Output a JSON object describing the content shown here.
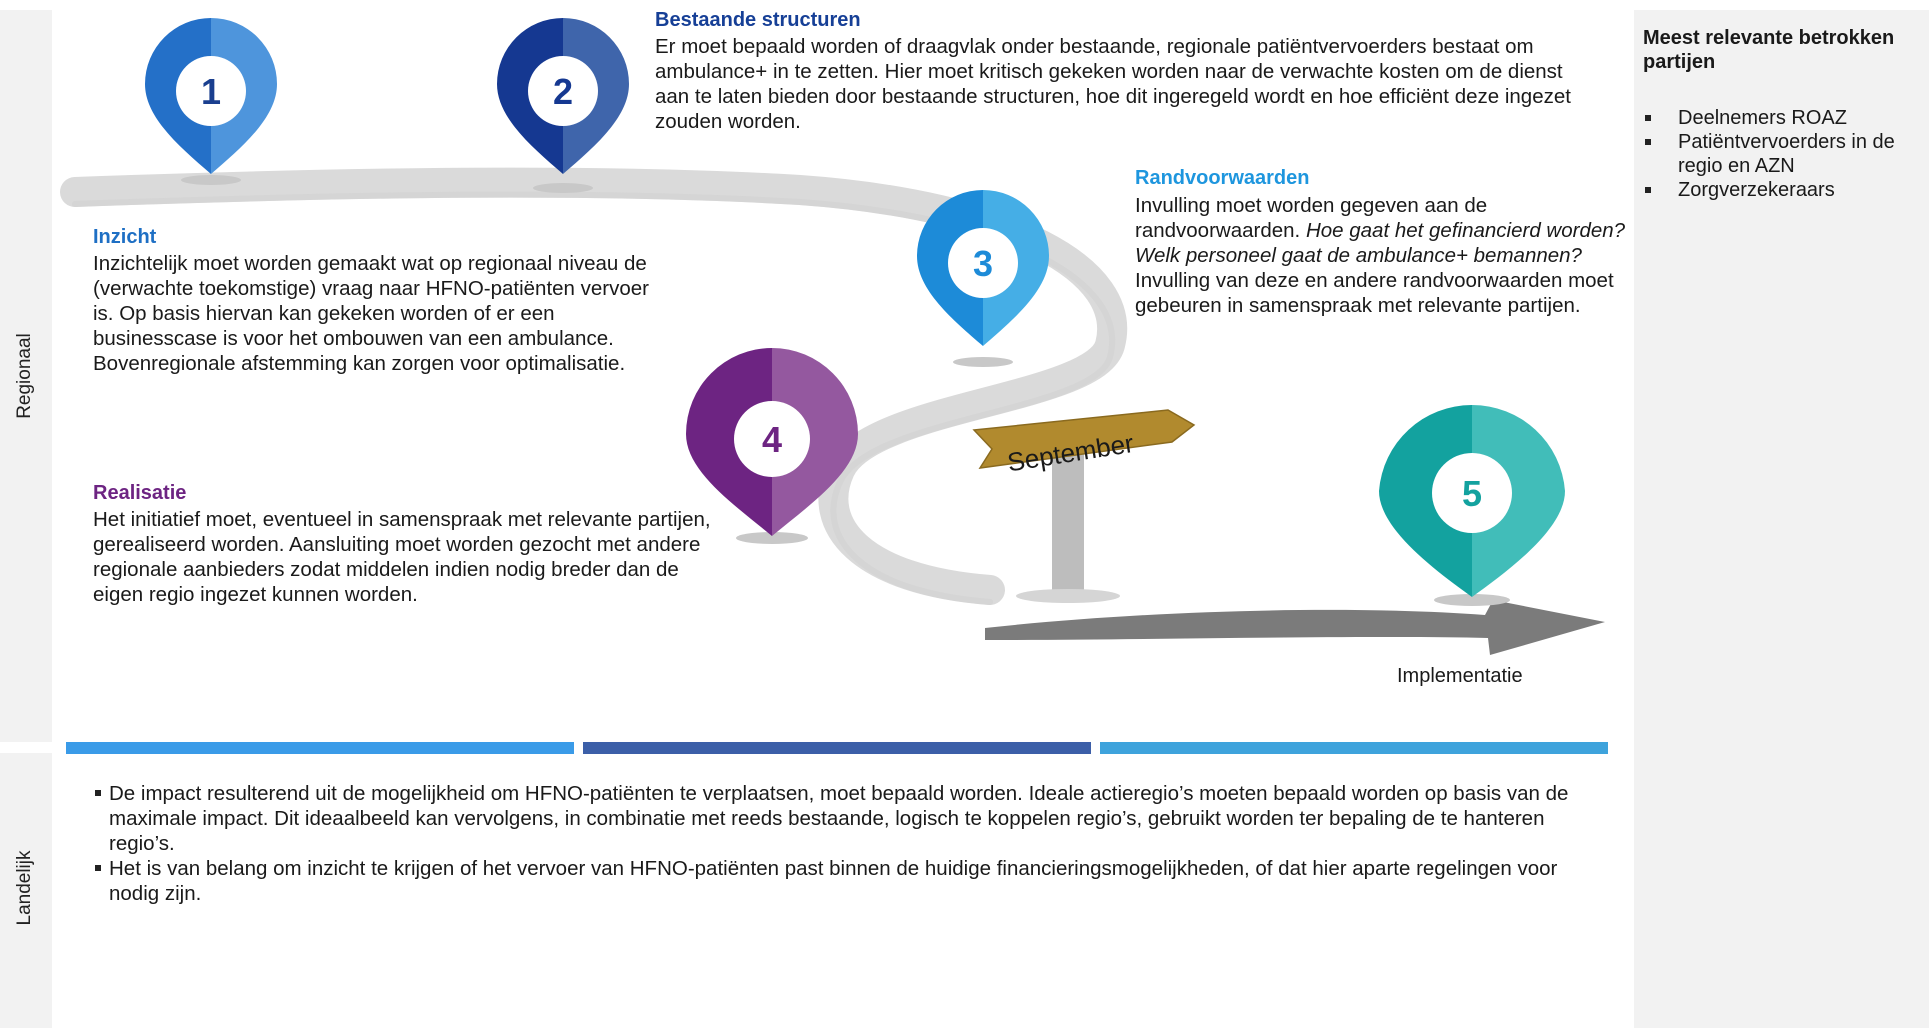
{
  "side_labels": {
    "regional": "Regionaal",
    "national": "Landelijk"
  },
  "steps": [
    {
      "number": "1",
      "color": "#2e7fd1",
      "title": "Inzicht",
      "body": "Inzichtelijk moet worden gemaakt wat op regionaal niveau de (verwachte toekomstige) vraag naar HFNO-patiënten vervoer is. Op basis hiervan kan gekeken worden of er een businesscase is voor het ombouwen van een ambulance. Bovenregionale afstemming kan zorgen voor optimalisatie."
    },
    {
      "number": "2",
      "color": "#163f96",
      "title": "Bestaande structuren",
      "body": "Er moet bepaald worden of draagvlak onder bestaande, regionale patiëntvervoerders bestaat om ambulance+ in te zetten. Hier moet kritisch gekeken worden naar de verwachte kosten om de dienst aan te laten bieden door bestaande structuren, hoe dit ingeregeld wordt en hoe efficiënt deze ingezet zouden worden."
    },
    {
      "number": "3",
      "color": "#1e96de",
      "title": "Randvoorwaarden",
      "body_parts": [
        "Invulling moet worden gegeven aan de randvoorwaarden. ",
        "Hoe gaat het gefinancierd worden? Welk personeel gaat de ambulance+ bemannen?",
        " Invulling van deze en andere randvoorwaarden moet gebeuren in samenspraak met relevante partijen."
      ]
    },
    {
      "number": "4",
      "color": "#7b2c89",
      "title": "Realisatie",
      "body": "Het initiatief moet, eventueel in samenspraak met relevante partijen, gerealiseerd worden. Aansluiting moet worden gezocht met andere regionale aanbieders zodat middelen indien nodig breder dan de eigen regio ingezet kunnen worden."
    },
    {
      "number": "5",
      "color": "#1fb0ac",
      "title": "",
      "body": ""
    }
  ],
  "signpost": {
    "label": "September"
  },
  "arrow_label": "Implementatie",
  "panel": {
    "title": "Meest relevante betrokken partijen",
    "items": [
      "Deelnemers ROAZ",
      "Patiëntvervoerders in de regio en AZN",
      "Zorgverzekeraars"
    ]
  },
  "color_bars": [
    "#3a9be8",
    "#3c5fa8",
    "#3ea3dc"
  ],
  "national_bullets": [
    "De impact resulterend uit de mogelijkheid om HFNO-patiënten te verplaatsen, moet bepaald worden. Ideale actieregio’s moeten bepaald worden op basis van de maximale impact. Dit ideaalbeeld kan vervolgens, in combinatie met reeds bestaande, logisch te koppelen regio’s, gebruikt worden ter bepaling de te hanteren regio’s.",
    "Het is van belang om inzicht te krijgen of het vervoer van HFNO-patiënten past binnen de huidige financieringsmogelijkheden, of dat hier aparte regelingen voor nodig zijn."
  ]
}
